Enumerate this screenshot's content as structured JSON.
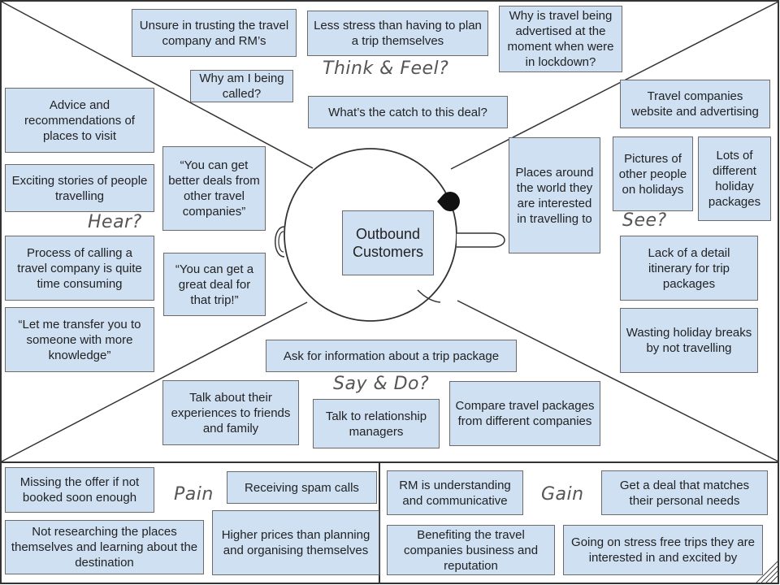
{
  "center": "Outbound Customers",
  "headings": {
    "think_feel": "Think & Feel?",
    "hear": "Hear?",
    "see": "See?",
    "say_do": "Say & Do?",
    "pain": "Pain",
    "gain": "Gain"
  },
  "think_feel": [
    "Unsure in trusting the travel company and RM’s",
    "Less stress than having to plan a trip themselves",
    "Why is travel being advertised at the moment when were in lockdown?",
    "Why am I being called?",
    "What’s the catch to this deal?"
  ],
  "hear": [
    "Advice and recommendations of places to visit",
    "Exciting stories of people travelling",
    "Process of calling a travel company is quite time consuming",
    "“Let me transfer you to someone with more knowledge”",
    "“You can get better deals from other travel companies”",
    "“You can get a great deal for that trip!”"
  ],
  "see": [
    "Travel companies website and advertising",
    "Places around the world they are interested in travelling to",
    "Pictures of other people on holidays",
    "Lots of different holiday packages",
    "Lack of a detail itinerary for trip packages",
    "Wasting holiday breaks by not travelling"
  ],
  "say_do": [
    "Ask for information about a trip package",
    "Talk about their experiences to friends and family",
    "Talk to relationship managers",
    "Compare travel packages from different companies"
  ],
  "pain": [
    "Missing the offer if not booked soon enough",
    "Receiving spam calls",
    "Not researching the places themselves and learning about the destination",
    "Higher prices than planning and organising themselves"
  ],
  "gain": [
    "RM is understanding and communicative",
    "Get a deal that matches their personal needs",
    "Benefiting the travel companies business and reputation",
    "Going on stress free trips they are interested in and excited by"
  ]
}
